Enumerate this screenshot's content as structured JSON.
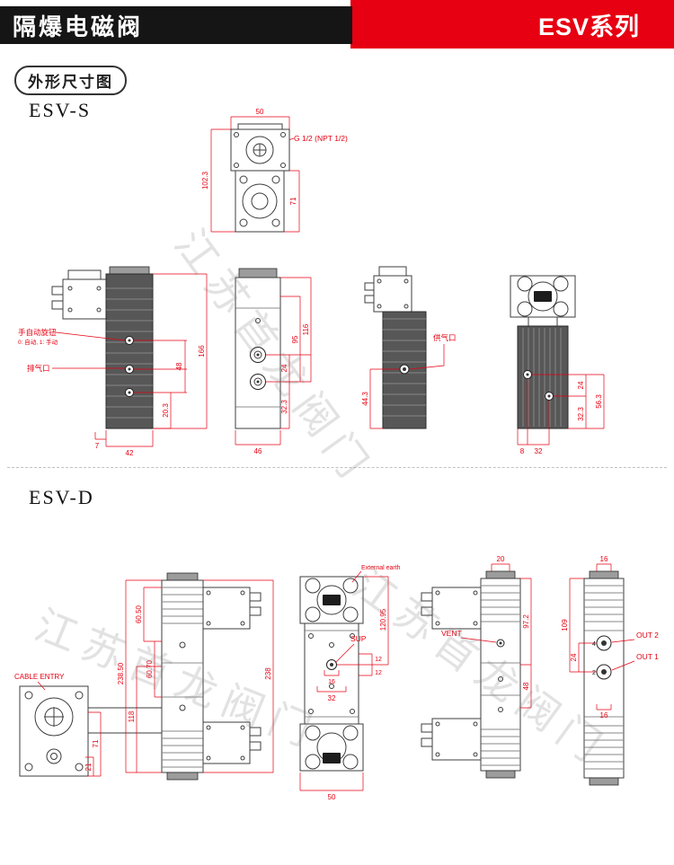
{
  "header": {
    "title": "隔爆电磁阀",
    "series": "ESV系列"
  },
  "section_title": "外形尺寸图",
  "watermark": "江苏首龙阀门",
  "esv_s": {
    "label": "ESV-S",
    "labels": {
      "thread": "G 1/2 (NPT 1/2)",
      "manual_knob": "手自动旋钮",
      "manual_knob_note": "0: 自动, 1: 手动",
      "exhaust": "排气口",
      "supply": "供气口"
    },
    "dims": {
      "top_w": "50",
      "top_h": "102.3",
      "top_h2": "71",
      "a_h": "166",
      "a_h2": "48",
      "a_h3": "20.3",
      "a_w": "42",
      "a_w2": "7",
      "b_w": "46",
      "b_h": "95",
      "b_h2": "116",
      "b_p": "24",
      "b_p2": "32.3",
      "c_h": "44.3",
      "d_w": "8",
      "d_w2": "32",
      "d_p": "24",
      "d_p2": "32.3",
      "d_h": "56.3"
    }
  },
  "esv_d": {
    "label": "ESV-D",
    "labels": {
      "cable_entry": "CABLE ENTRY",
      "external_earth": "External earth",
      "sup": "SUP",
      "vent": "VENT",
      "out2": "OUT 2",
      "out1": "OUT 1"
    },
    "dims": {
      "v1_a": "60.50",
      "v1_b": "60.70",
      "v1_c": "238.50",
      "v1_d": "118",
      "v1_e": "238",
      "v1_f": "71",
      "v1_g": "21",
      "v2_a": "120.95",
      "v2_b": "16",
      "v2_c": "12",
      "v2_d": "12",
      "v2_e": "32",
      "v2_f": "50",
      "v3_a": "20",
      "v3_b": "97.2",
      "v3_c": "48",
      "v4_a": "16",
      "v4_b": "109",
      "v4_c": "24",
      "v4_d": "16",
      "port4": "4",
      "port2": "2"
    }
  }
}
